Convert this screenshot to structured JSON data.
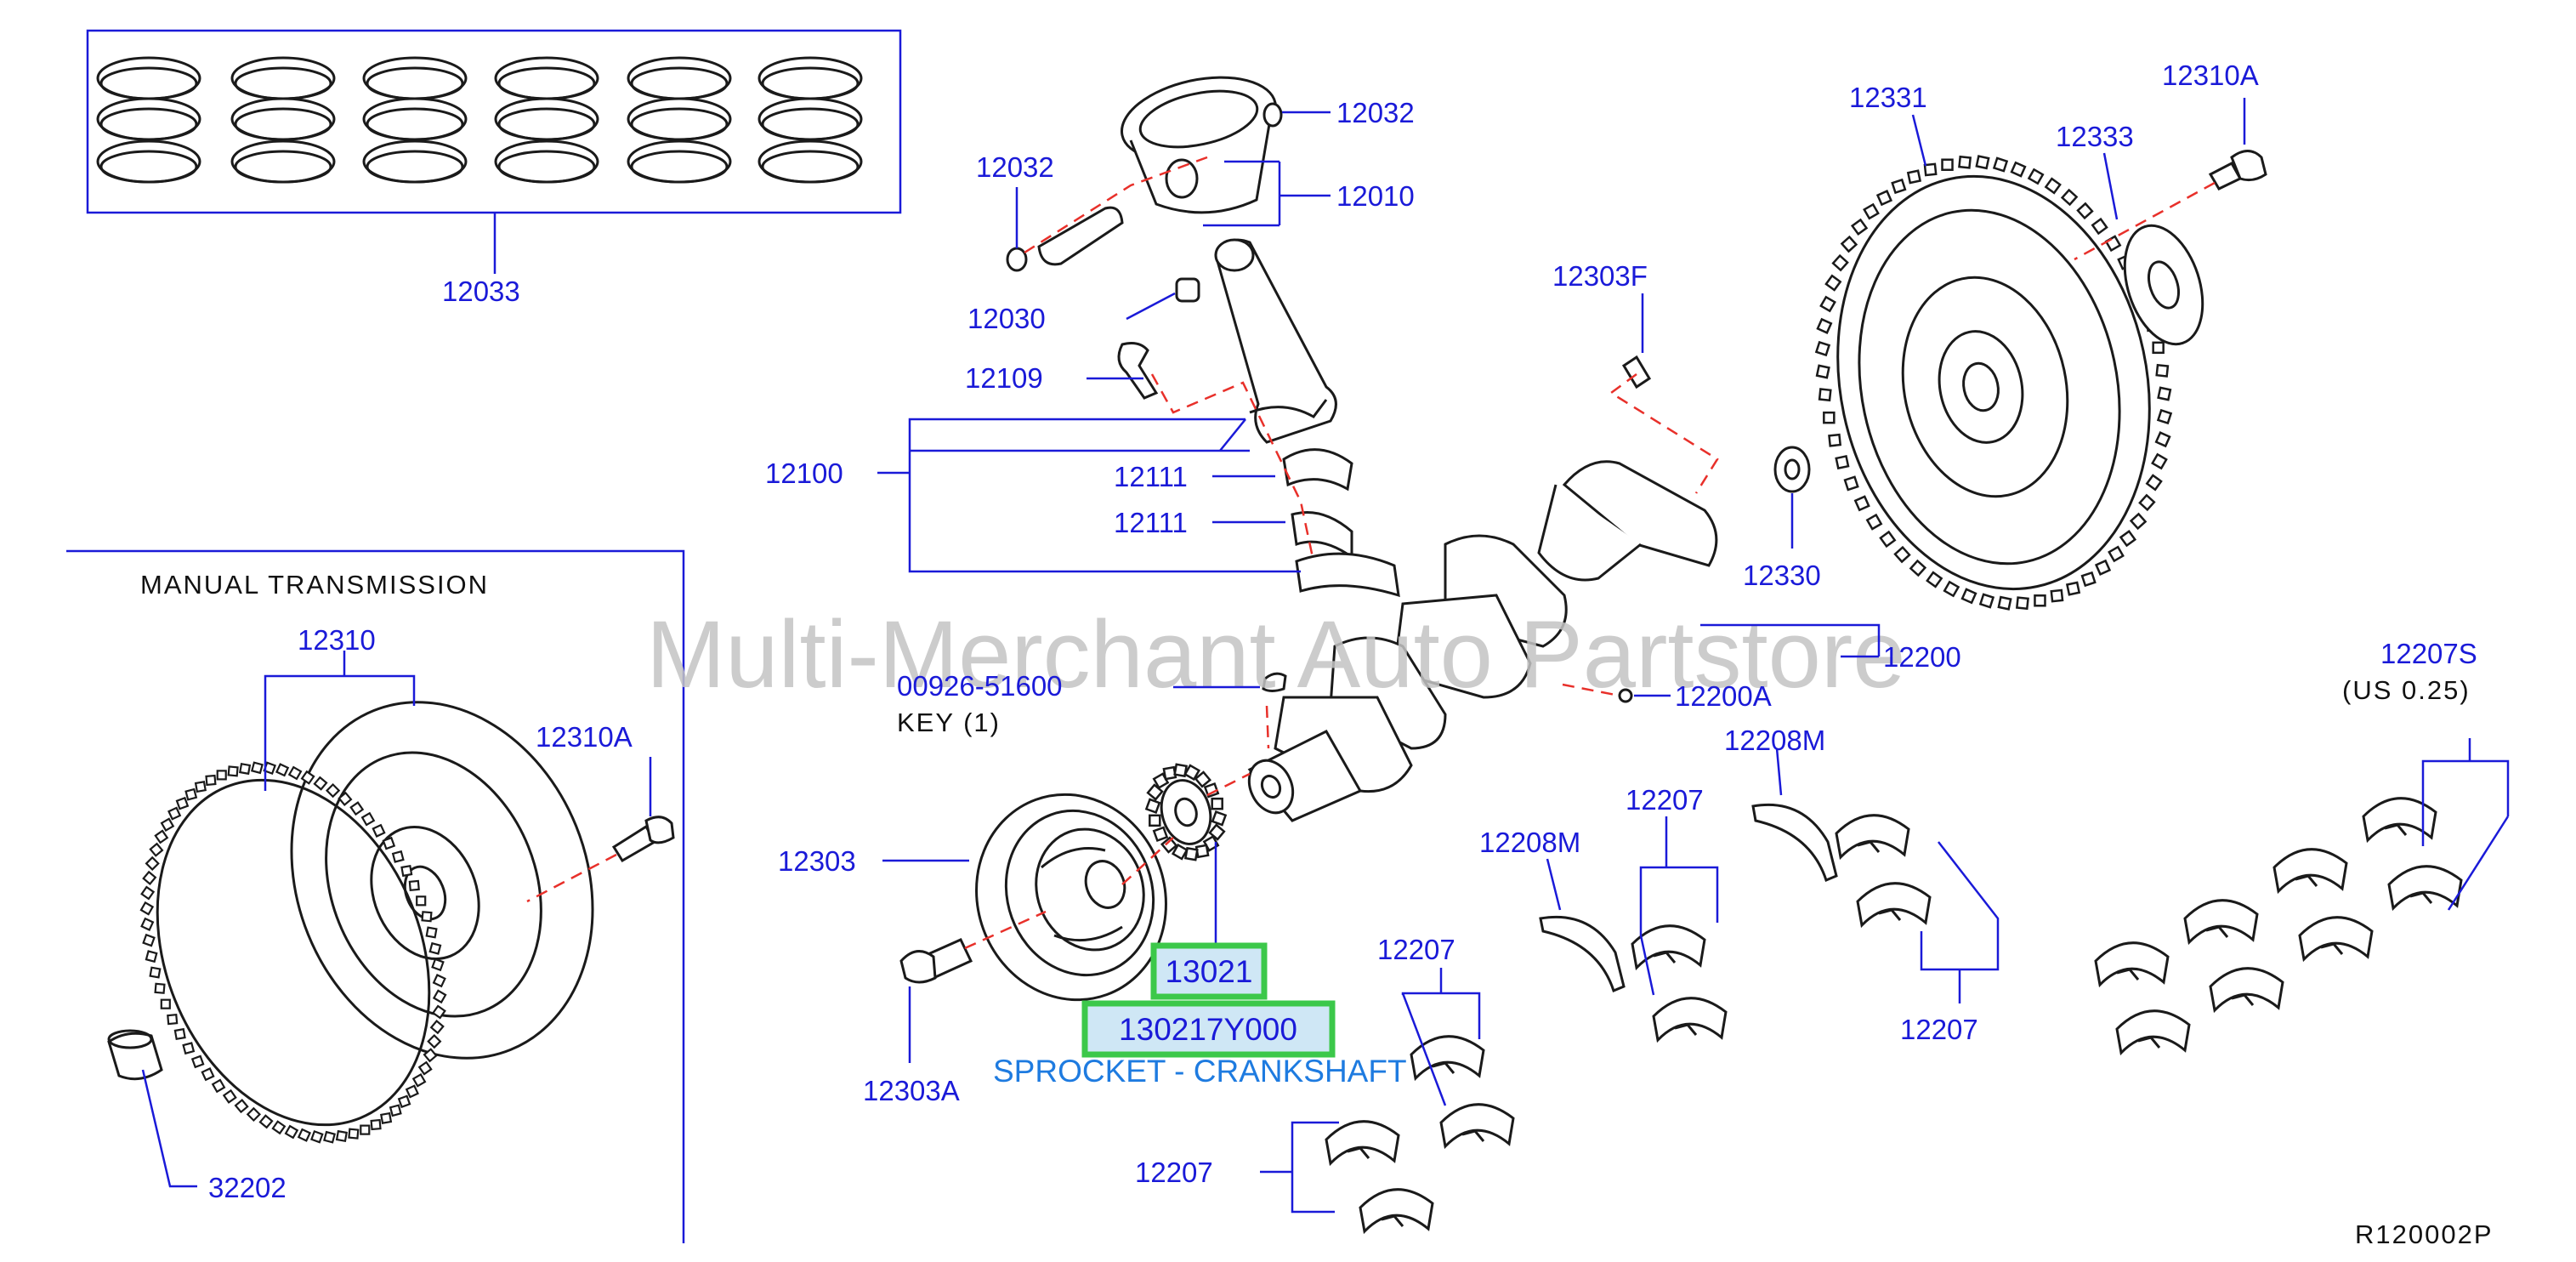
{
  "diagram": {
    "section_label": "MANUAL   TRANSMISSION",
    "key_label": "KEY   (1)",
    "us_label": "(US   0.25)",
    "watermark": "Multi-Merchant Auto Partstore",
    "ref_code": "R120002P",
    "highlight_part": "13021",
    "highlight_part_number": "130217Y000",
    "highlight_description": "SPROCKET - CRANKSHAFT",
    "colors": {
      "label": "#1a1ad8",
      "highlight_border": "#3cc84a",
      "highlight_fill": "#cfe7f5",
      "dashed_line": "#e8302a"
    },
    "labels": [
      "12033",
      "12032",
      "12032",
      "12010",
      "12030",
      "12109",
      "12100",
      "12111",
      "12111",
      "12303F",
      "12331",
      "12333",
      "12310A",
      "12330",
      "12200",
      "12200A",
      "00926-51600",
      "12310",
      "12310A",
      "12303",
      "12303A",
      "32202",
      "12207S",
      "12208M",
      "12207",
      "12208M",
      "12207",
      "12207",
      "12207",
      "12207"
    ]
  }
}
